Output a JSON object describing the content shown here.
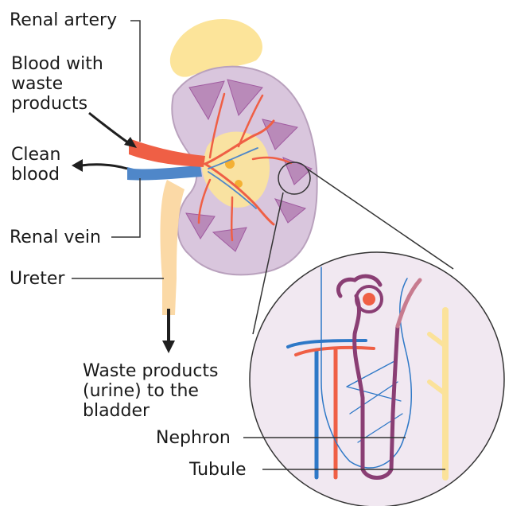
{
  "labels": {
    "renal_artery": "Renal artery",
    "blood_with_waste": [
      "Blood with",
      "waste",
      "products"
    ],
    "clean_blood": [
      "Clean",
      "blood"
    ],
    "renal_vein": "Renal vein",
    "ureter": "Ureter",
    "waste_products": [
      "Waste products",
      "(urine) to the",
      "bladder"
    ],
    "nephron": "Nephron",
    "tubule": "Tubule"
  },
  "colors": {
    "kidney_fill": "#d9c6dd",
    "kidney_outline": "#b9a1bd",
    "fat": "#fce49a",
    "artery": "#ef5f45",
    "vein": "#2e78c7",
    "ureter": "#fbd9a6",
    "nephron_tubule": "#8a3e74",
    "pyramid_lines": "#a05aa0",
    "callout_bg": "#f1e8f1"
  }
}
